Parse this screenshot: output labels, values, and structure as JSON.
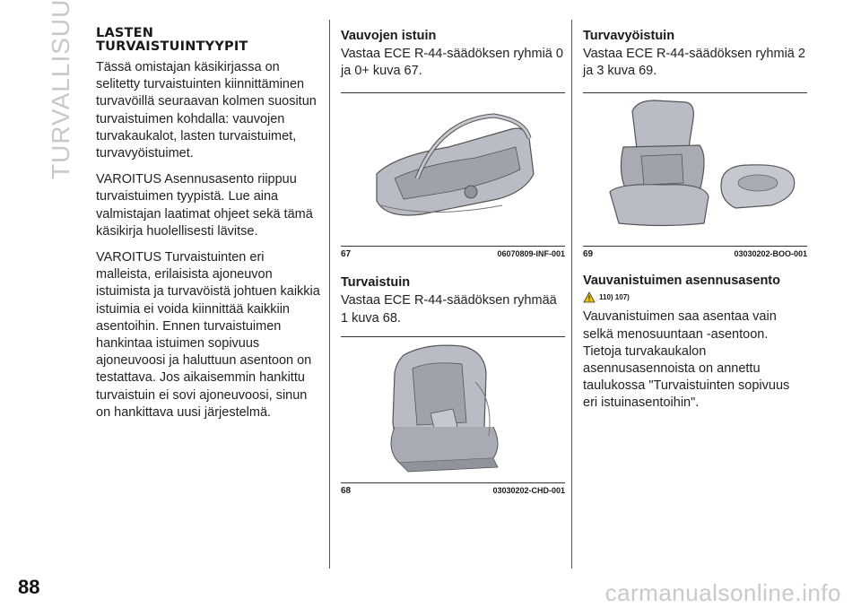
{
  "side_title": "TURVALLISUUS",
  "page_number": "88",
  "watermark": "carmanualsonline.info",
  "col1": {
    "heading_line1": "LASTEN",
    "heading_line2": "TURVAISTUINTYYPIT",
    "para1": "Tässä omistajan käsikirjassa on selitetty turvaistuinten kiinnittäminen turvavöillä seuraavan kolmen suositun turvaistuimen kohdalla: vauvojen turvakaukalot, lasten turvaistuimet, turvavyöistuimet.",
    "para2": "VAROITUS Asennusasento riippuu turvaistuimen tyypistä. Lue aina valmistajan laatimat ohjeet sekä tämä käsikirja huolellisesti lävitse.",
    "para3": "VAROITUS Turvaistuinten eri malleista, erilaisista ajoneuvon istuimista ja turvavöistä johtuen kaikkia istuimia ei voida kiinnittää kaikkiin asentoihin. Ennen turvaistuimen hankintaa istuimen sopivuus ajoneuvoosi ja haluttuun asentoon on testattava. Jos aikaisemmin hankittu turvaistuin ei sovi ajoneuvoosi, sinun on hankittava uusi järjestelmä."
  },
  "col2": {
    "heading1": "Vauvojen istuin",
    "para1": "Vastaa ECE R-44-säädöksen ryhmiä 0 ja 0+ kuva 67.",
    "fig1_num": "67",
    "fig1_code": "06070809-INF-001",
    "heading2": "Turvaistuin",
    "para2": "Vastaa ECE R-44-säädöksen ryhmää 1 kuva 68.",
    "fig2_num": "68",
    "fig2_code": "03030202-CHD-001"
  },
  "col3": {
    "heading1": "Turvavyöistuin",
    "para1": "Vastaa ECE R-44-säädöksen ryhmiä 2 ja 3 kuva 69.",
    "fig_num": "69",
    "fig_code": "03030202-BOO-001",
    "heading2": "Vauvanistuimen asennusasento",
    "warn_refs": "110) 107)",
    "para2": "Vauvanistuimen saa asentaa vain selkä menosuuntaan -asentoon. Tietoja turvakaukalon asennusasennoista on annettu taulukossa \"Turvaistuinten sopivuus eri istuinasentoihin\"."
  },
  "colors": {
    "side_title": "#c8c8c8",
    "watermark": "#c9c9c9",
    "seat_fill": "#b9bcc4",
    "seat_shade": "#8f939c"
  }
}
